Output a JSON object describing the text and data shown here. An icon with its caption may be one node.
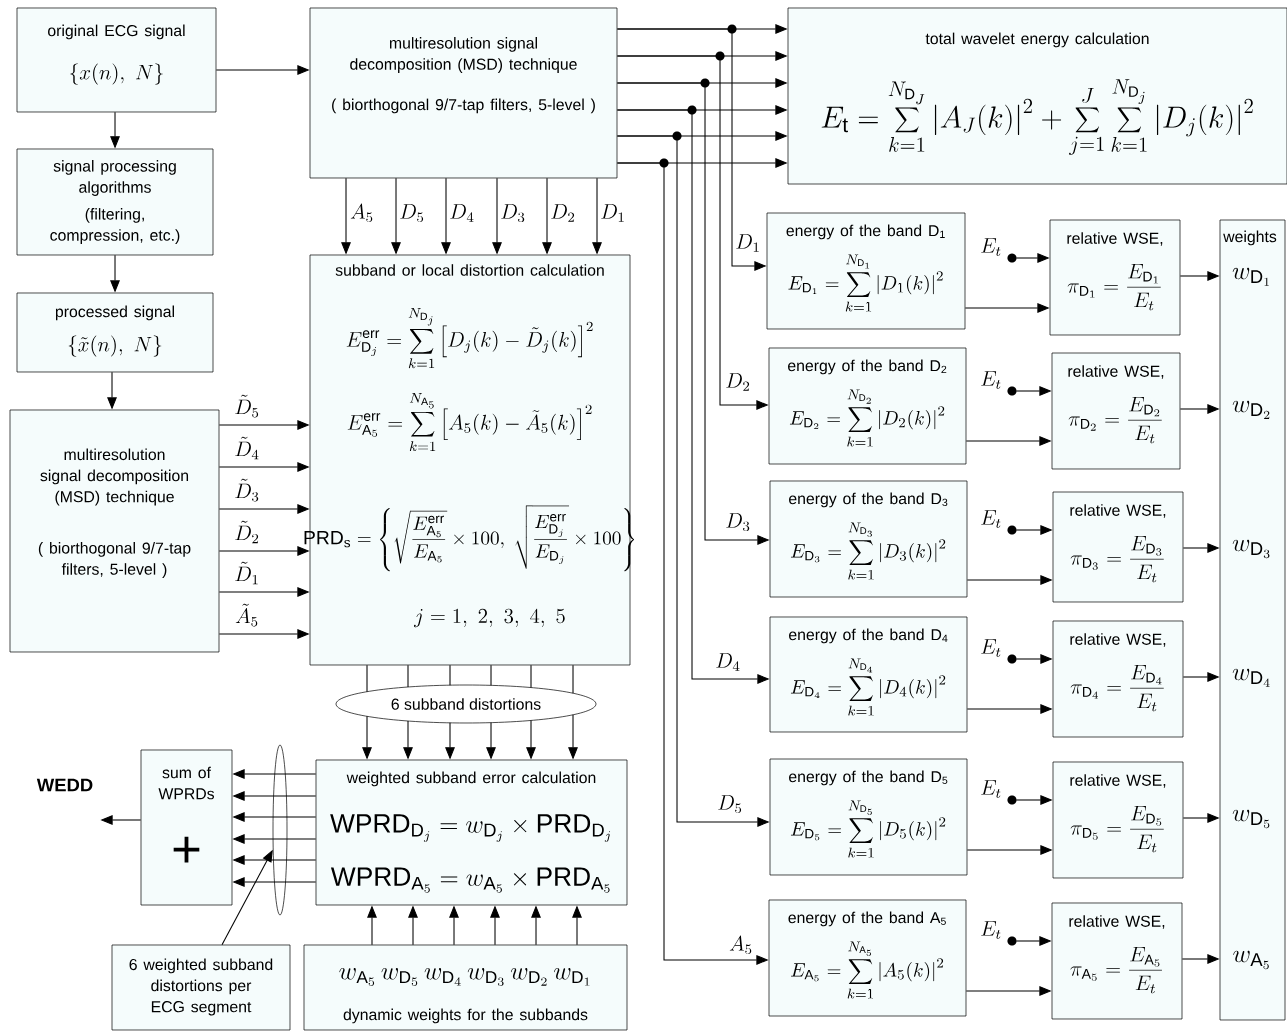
{
  "diagram": {
    "nodes": [
      {
        "text": [
          "original ECG signal",
          "\\left\\{x(n),\\ N\\right\\}"
        ]
      },
      {
        "text": [
          "multiresolution signal decomposition (MSD) technique",
          "( biorthogonal 9/7-tap filters, 5-level )"
        ]
      },
      {
        "text": [
          "total wavelet energy calculation",
          "E_{\\mathrm{t}}=\\sum_{k=1}^{N_{\\mathrm{D}_J}}\\left|A_J(k)\\right|^2+\\sum_{j=1}^{J}\\sum_{k=1}^{N_{\\mathrm{D}_j}}\\left|D_j(k)\\right|^2"
        ]
      },
      {
        "text": [
          "signal processing algorithms",
          "(filtering, compression, etc.)"
        ]
      },
      {
        "text": [
          "processed signal",
          "\\left\\{\\tilde{x}(n),\\ N\\right\\}"
        ]
      },
      {
        "text": [
          "subband or local distortion calculation",
          "E^{\\mathrm{err}}_{\\mathrm{D}_j}=\\sum_{k=1}^{N_{\\mathrm{D}_j}}\\left[D_j(k)-\\tilde{D}_j(k)\\right]^2",
          "E^{\\mathrm{err}}_{\\mathrm{A}_5}=\\sum_{k=1}^{N_{\\mathrm{A}_5}}\\left[A_5(k)-\\tilde{A}_5(k)\\right]^2",
          "\\mathrm{PRD}_{\\mathrm{s}}=\\left\\{\\sqrt{\\frac{E^{\\mathrm{err}}_{\\mathrm{A}_5}}{E_{\\mathrm{A}_5}}}\\times 100,\\ \\sqrt{\\frac{E^{\\mathrm{err}}_{\\mathrm{D}_j}}{E_{\\mathrm{D}_j}}}\\times 100\\right\\}",
          "j=1,\\ 2,\\ 3,\\ 4,\\ 5"
        ]
      },
      {
        "text": [
          "multiresolution signal decomposition (MSD) technique",
          "( biorthogonal 9/7-tap filters, 5-level )"
        ]
      },
      {
        "text": [
          "energy of the band D$_{1}$",
          "E_{\\mathrm{D}_1}=\\sum_{k=1}^{N_{\\mathrm{D}_1}}\\left|D_1(k)\\right|^2"
        ]
      },
      {
        "text": [
          "energy of the band D$_{2}$",
          "E_{\\mathrm{D}_2}=\\sum_{k=1}^{N_{\\mathrm{D}_2}}\\left|D_2(k)\\right|^2"
        ]
      },
      {
        "text": [
          "energy of the band D$_{3}$",
          "E_{\\mathrm{D}_3}=\\sum_{k=1}^{N_{\\mathrm{D}_3}}\\left|D_3(k)\\right|^2"
        ]
      },
      {
        "text": [
          "energy of the band D$_{4}$",
          "E_{\\mathrm{D}_4}=\\sum_{k=1}^{N_{\\mathrm{D}_4}}\\left|D_4(k)\\right|^2"
        ]
      },
      {
        "text": [
          "energy of the band D$_{5}$",
          "E_{\\mathrm{D}_5}=\\sum_{k=1}^{N_{\\mathrm{D}_5}}\\left|D_5(k)\\right|^2"
        ]
      },
      {
        "text": [
          "energy of the band A$_{5}$",
          "E_{\\mathrm{A}_5}=\\sum_{k=1}^{N_{\\mathrm{A}_5}}\\left|A_5(k)\\right|^2"
        ]
      },
      {
        "text": [
          "relative WSE,",
          "\\pi_{\\mathrm{D}_1}=\\frac{E_{\\mathrm{D}_1}}{E_t}"
        ]
      },
      {
        "text": [
          "relative WSE,",
          "\\pi_{\\mathrm{D}_2}=\\frac{E_{\\mathrm{D}_2}}{E_t}"
        ]
      },
      {
        "text": [
          "relative WSE,",
          "\\pi_{\\mathrm{D}_3}=\\frac{E_{\\mathrm{D}_3}}{E_t}"
        ]
      },
      {
        "text": [
          "relative WSE,",
          "\\pi_{\\mathrm{D}_4}=\\frac{E_{\\mathrm{D}_4}}{E_t}"
        ]
      },
      {
        "text": [
          "relative WSE,",
          "\\pi_{\\mathrm{D}_5}=\\frac{E_{\\mathrm{D}_5}}{E_t}"
        ]
      },
      {
        "text": [
          "relative WSE,",
          "\\pi_{\\mathrm{A}_5}=\\frac{E_{\\mathrm{A}_5}}{E_t}"
        ]
      },
      {
        "text": [
          "weights",
          "w_{\\mathrm{D}_1}",
          "w_{\\mathrm{D}_2}",
          "w_{\\mathrm{D}_3}",
          "w_{\\mathrm{D}_4}",
          "w_{\\mathrm{D}_5}",
          "w_{\\mathrm{A}_5}"
        ]
      },
      {
        "text": [
          "6 subband distortions"
        ]
      },
      {
        "text": [
          "weighted subband error calculation",
          "\\mathrm{WPRD}_{\\mathrm{D}_j}=w_{\\mathrm{D}_j}\\times\\mathrm{PRD}_{\\mathrm{D}_j}",
          "\\mathrm{WPRD}_{\\mathrm{A}_5}=w_{\\mathrm{A}_5}\\times\\mathrm{PRD}_{\\mathrm{A}_5}"
        ]
      },
      {
        "text": [
          "sum of WPRDs",
          "+"
        ]
      },
      {
        "text": [],
        "shape": "ellipse"
      },
      {
        "text": [
          "6 weighted subband distortions per ECG segment"
        ]
      },
      {
        "text": [
          "w_{\\mathrm{A}_5}\\,w_{\\mathrm{D}_5}\\,w_{\\mathrm{D}_4}\\,w_{\\mathrm{D}_3}\\,w_{\\mathrm{D}_2}\\,w_{\\mathrm{D}_1}",
          "dynamic weights for the subbands"
        ]
      },
      {
        "text": [
          "WEDD"
        ]
      },
      {
        "text": [
          "E_t"
        ]
      },
      {
        "text": [
          "E_t"
        ]
      },
      {
        "text": [
          "E_t"
        ]
      },
      {
        "text": [
          "E_t"
        ]
      },
      {
        "text": [
          "E_t"
        ]
      },
      {
        "text": [
          "E_t"
        ]
      }
    ],
    "edges": [
      {
        "from": 0,
        "to": 1,
        "arrow": "to"
      },
      {
        "from": 0,
        "to": 3,
        "arrow": "to"
      },
      {
        "from": 3,
        "to": 4,
        "arrow": "to"
      },
      {
        "from": 4,
        "to": 6,
        "arrow": "to"
      },
      {
        "from": 6,
        "to": 5,
        "arrow": "to",
        "label": "\\tilde{D}_5"
      },
      {
        "from": 6,
        "to": 5,
        "arrow": "to",
        "label": "\\tilde{D}_4"
      },
      {
        "from": 6,
        "to": 5,
        "arrow": "to",
        "label": "\\tilde{D}_3"
      },
      {
        "from": 6,
        "to": 5,
        "arrow": "to",
        "label": "\\tilde{D}_2"
      },
      {
        "from": 6,
        "to": 5,
        "arrow": "to",
        "label": "\\tilde{D}_1"
      },
      {
        "from": 6,
        "to": 5,
        "arrow": "to",
        "label": "\\tilde{A}_5"
      },
      {
        "from": 1,
        "to": 5,
        "arrow": "to",
        "label": "A_5"
      },
      {
        "from": 1,
        "to": 5,
        "arrow": "to",
        "label": "D_5"
      },
      {
        "from": 1,
        "to": 5,
        "arrow": "to",
        "label": "D_4"
      },
      {
        "from": 1,
        "to": 5,
        "arrow": "to",
        "label": "D_3"
      },
      {
        "from": 1,
        "to": 5,
        "arrow": "to",
        "label": "D_2"
      },
      {
        "from": 1,
        "to": 5,
        "arrow": "to",
        "label": "D_1"
      },
      {
        "from": 1,
        "to": 2,
        "arrow": "to"
      },
      {
        "from": 1,
        "to": 2,
        "arrow": "to"
      },
      {
        "from": 1,
        "to": 2,
        "arrow": "to"
      },
      {
        "from": 1,
        "to": 2,
        "arrow": "to"
      },
      {
        "from": 1,
        "to": 2,
        "arrow": "to"
      },
      {
        "from": 1,
        "to": 2,
        "arrow": "to"
      },
      {
        "from": 1,
        "to": 7,
        "arrow": "to",
        "label": "D_1"
      },
      {
        "from": 1,
        "to": 8,
        "arrow": "to",
        "label": "D_2"
      },
      {
        "from": 1,
        "to": 9,
        "arrow": "to",
        "label": "D_3"
      },
      {
        "from": 1,
        "to": 10,
        "arrow": "to",
        "label": "D_4"
      },
      {
        "from": 1,
        "to": 11,
        "arrow": "to",
        "label": "D_5"
      },
      {
        "from": 1,
        "to": 12,
        "arrow": "to",
        "label": "A_5"
      },
      {
        "from": 7,
        "to": 13,
        "arrow": "to"
      },
      {
        "from": 8,
        "to": 14,
        "arrow": "to"
      },
      {
        "from": 9,
        "to": 15,
        "arrow": "to"
      },
      {
        "from": 10,
        "to": 16,
        "arrow": "to"
      },
      {
        "from": 11,
        "to": 17,
        "arrow": "to"
      },
      {
        "from": 12,
        "to": 18,
        "arrow": "to"
      },
      {
        "from": 27,
        "to": 13,
        "arrow": "to"
      },
      {
        "from": 28,
        "to": 14,
        "arrow": "to"
      },
      {
        "from": 29,
        "to": 15,
        "arrow": "to"
      },
      {
        "from": 30,
        "to": 16,
        "arrow": "to"
      },
      {
        "from": 31,
        "to": 17,
        "arrow": "to"
      },
      {
        "from": 32,
        "to": 18,
        "arrow": "to"
      },
      {
        "from": 13,
        "to": 19,
        "arrow": "to"
      },
      {
        "from": 14,
        "to": 19,
        "arrow": "to"
      },
      {
        "from": 15,
        "to": 19,
        "arrow": "to"
      },
      {
        "from": 16,
        "to": 19,
        "arrow": "to"
      },
      {
        "from": 17,
        "to": 19,
        "arrow": "to"
      },
      {
        "from": 18,
        "to": 19,
        "arrow": "to"
      },
      {
        "from": 5,
        "to": 20,
        "arrow": "none"
      },
      {
        "from": 5,
        "to": 20,
        "arrow": "none"
      },
      {
        "from": 5,
        "to": 20,
        "arrow": "none"
      },
      {
        "from": 5,
        "to": 20,
        "arrow": "none"
      },
      {
        "from": 5,
        "to": 20,
        "arrow": "none"
      },
      {
        "from": 5,
        "to": 20,
        "arrow": "none"
      },
      {
        "from": 25,
        "to": 21,
        "arrow": "to"
      },
      {
        "from": 25,
        "to": 21,
        "arrow": "to"
      },
      {
        "from": 25,
        "to": 21,
        "arrow": "to"
      },
      {
        "from": 25,
        "to": 21,
        "arrow": "to"
      },
      {
        "from": 25,
        "to": 21,
        "arrow": "to"
      },
      {
        "from": 25,
        "to": 21,
        "arrow": "to"
      },
      {
        "from": 21,
        "to": 22,
        "arrow": "to"
      },
      {
        "from": 21,
        "to": 22,
        "arrow": "to"
      },
      {
        "from": 21,
        "to": 22,
        "arrow": "to"
      },
      {
        "from": 21,
        "to": 22,
        "arrow": "to"
      },
      {
        "from": 21,
        "to": 22,
        "arrow": "to"
      },
      {
        "from": 21,
        "to": 22,
        "arrow": "to"
      },
      {
        "from": 22,
        "to": 26,
        "arrow": "to"
      },
      {
        "from": 24,
        "to": 23,
        "arrow": "to"
      },
      {
        "from": 20,
        "to": 21,
        "arrow": "to"
      },
      {
        "from": 20,
        "to": 21,
        "arrow": "to"
      },
      {
        "from": 20,
        "to": 21,
        "arrow": "to"
      },
      {
        "from": 20,
        "to": 21,
        "arrow": "to"
      },
      {
        "from": 20,
        "to": 21,
        "arrow": "to"
      },
      {
        "from": 20,
        "to": 21,
        "arrow": "to"
      }
    ]
  }
}
